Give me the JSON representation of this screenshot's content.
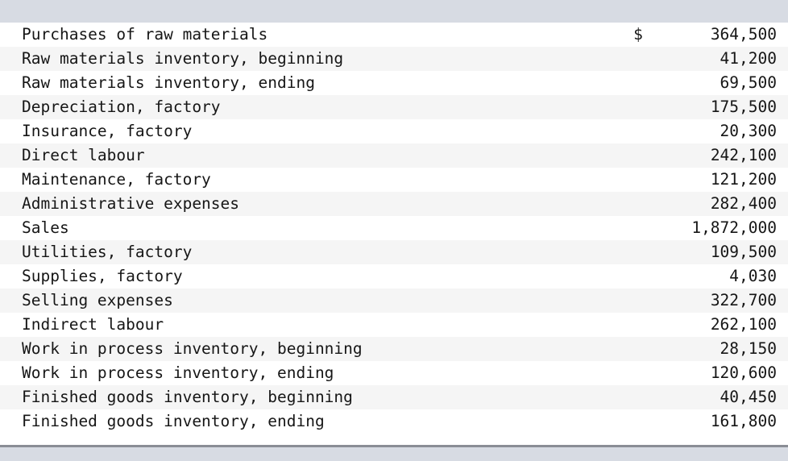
{
  "table": {
    "currency_symbol": "$",
    "header_band_color": "#d7dbe3",
    "footer_band_color": "#d7dbe3",
    "stripe_color": "#f5f5f5",
    "base_color": "#ffffff",
    "text_color": "#161616",
    "rows": [
      {
        "label": "Purchases of raw materials",
        "currency": "$",
        "value": "364,500"
      },
      {
        "label": "Raw materials inventory, beginning",
        "currency": "",
        "value": "41,200"
      },
      {
        "label": "Raw materials inventory, ending",
        "currency": "",
        "value": "69,500"
      },
      {
        "label": "Depreciation, factory",
        "currency": "",
        "value": "175,500"
      },
      {
        "label": "Insurance, factory",
        "currency": "",
        "value": "20,300"
      },
      {
        "label": "Direct labour",
        "currency": "",
        "value": "242,100"
      },
      {
        "label": "Maintenance, factory",
        "currency": "",
        "value": "121,200"
      },
      {
        "label": "Administrative expenses",
        "currency": "",
        "value": "282,400"
      },
      {
        "label": "Sales",
        "currency": "",
        "value": "1,872,000"
      },
      {
        "label": "Utilities, factory",
        "currency": "",
        "value": "109,500"
      },
      {
        "label": "Supplies, factory",
        "currency": "",
        "value": "4,030"
      },
      {
        "label": "Selling expenses",
        "currency": "",
        "value": "322,700"
      },
      {
        "label": "Indirect labour",
        "currency": "",
        "value": "262,100"
      },
      {
        "label": "Work in process inventory, beginning",
        "currency": "",
        "value": "28,150"
      },
      {
        "label": "Work in process inventory, ending",
        "currency": "",
        "value": "120,600"
      },
      {
        "label": "Finished goods inventory, beginning",
        "currency": "",
        "value": "40,450"
      },
      {
        "label": "Finished goods inventory, ending",
        "currency": "",
        "value": "161,800"
      }
    ]
  }
}
